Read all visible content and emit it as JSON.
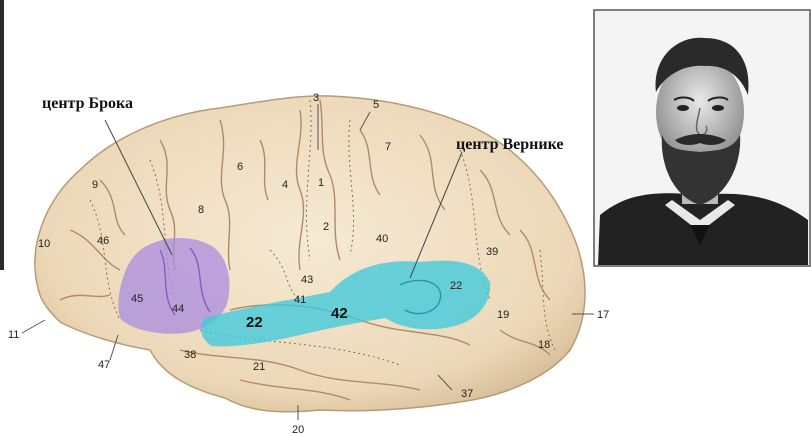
{
  "labels": {
    "broca_center": "центр Брока",
    "wernicke_center": "центр Вернике"
  },
  "brodmann_areas": {
    "a3": "3",
    "a5": "5",
    "a7": "7",
    "a6": "6",
    "a4": "4",
    "a1": "1",
    "a9": "9",
    "a8": "8",
    "a2": "2",
    "a40": "40",
    "a10": "10",
    "a46": "46",
    "a39": "39",
    "a43": "43",
    "a41": "41",
    "a42": "42",
    "a22_temporal": "22",
    "a22_wernicke": "22",
    "a45": "45",
    "a44": "44",
    "a19": "19",
    "a17": "17",
    "a18": "18",
    "a11": "11",
    "a47": "47",
    "a38": "38",
    "a21": "21",
    "a37": "37",
    "a20": "20"
  },
  "colors": {
    "brain": "#f2e2c7",
    "brain_outline": "#b89a76",
    "sulcus": "#b08a66",
    "broca": "#a98be0",
    "wernicke": "#3fc9dc"
  },
  "portrait": {
    "depicts": "portrait-photo"
  }
}
